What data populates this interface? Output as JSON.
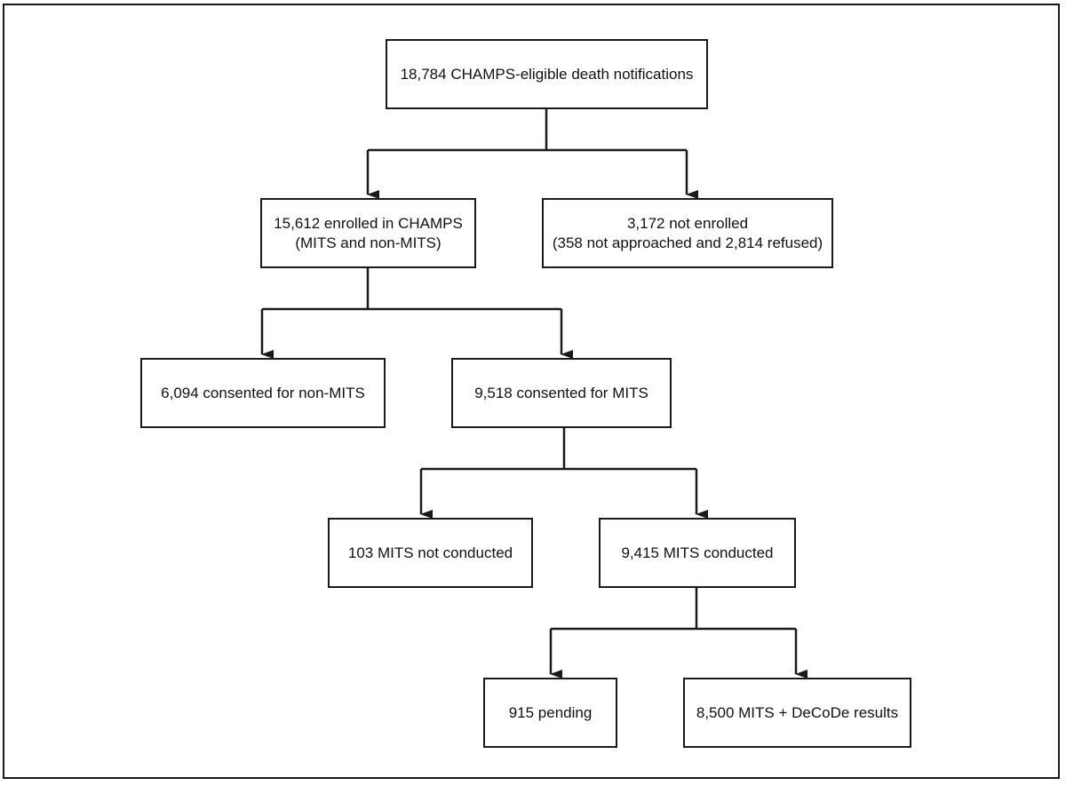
{
  "flowchart": {
    "notifications": {
      "line1": "18,784 CHAMPS-eligible death notifications"
    },
    "enrolled": {
      "line1": "15,612 enrolled in CHAMPS",
      "line2": "(MITS and non-MITS)"
    },
    "not_enrolled": {
      "line1": "3,172 not enrolled",
      "line2": "(358 not approached and 2,814 refused)"
    },
    "consented_non_mits": {
      "line1": "6,094 consented for non-MITS"
    },
    "consented_mits": {
      "line1": "9,518 consented for MITS"
    },
    "mits_not_conducted": {
      "line1": "103 MITS not conducted"
    },
    "mits_conducted": {
      "line1": "9,415 MITS conducted"
    },
    "pending": {
      "line1": "915 pending"
    },
    "results": {
      "line1": "8,500 MITS + DeCoDe results"
    }
  }
}
